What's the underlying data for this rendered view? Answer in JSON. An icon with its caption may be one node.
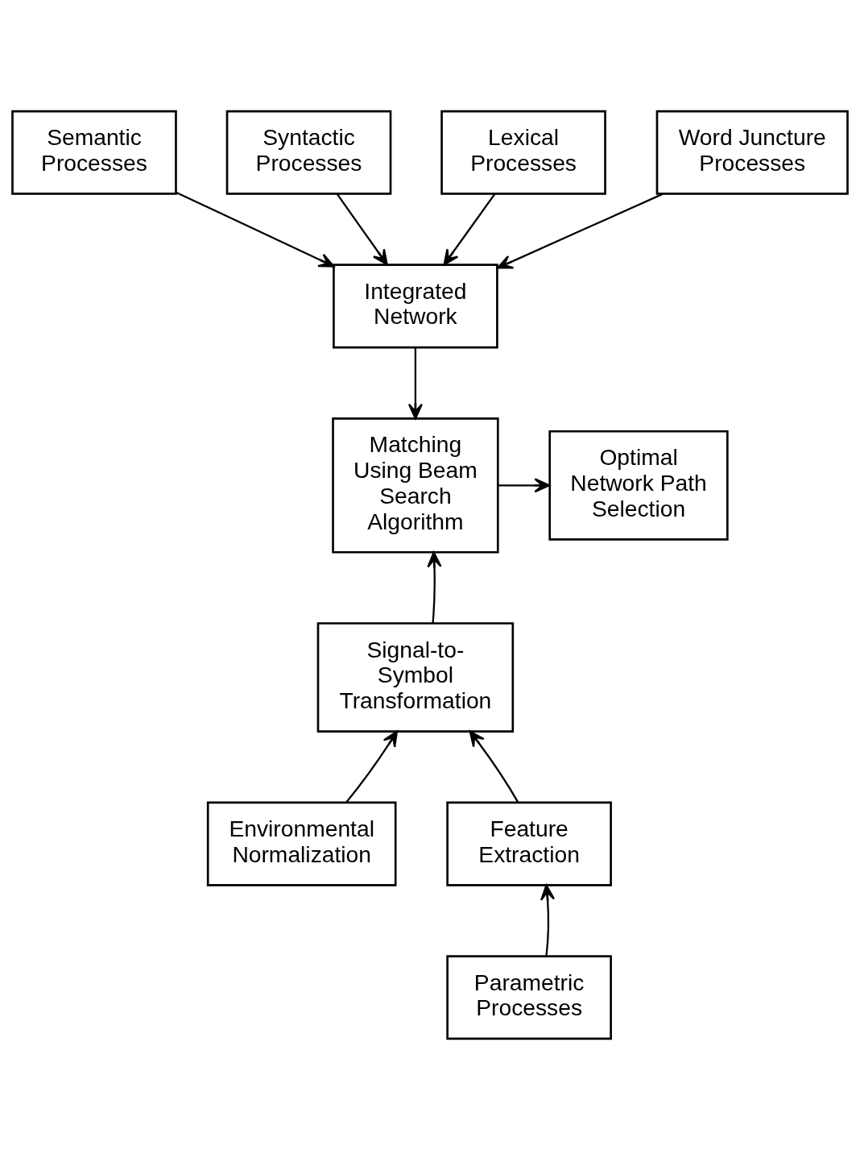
{
  "diagram": {
    "nodes": [
      {
        "text": [
          "Semantic Processes"
        ]
      },
      {
        "text": [
          "Syntactic Processes"
        ]
      },
      {
        "text": [
          "Lexical Processes"
        ]
      },
      {
        "text": [
          "Word Juncture Processes"
        ]
      },
      {
        "text": [
          "Integrated Network"
        ]
      },
      {
        "text": [
          "Matching Using Beam Search Algorithm"
        ]
      },
      {
        "text": [
          "Optimal Network Path Selection"
        ]
      },
      {
        "text": [
          "Signal-to- Symbol Transformation"
        ]
      },
      {
        "text": [
          "Environmental Normalization"
        ]
      },
      {
        "text": [
          "Feature Extraction"
        ]
      },
      {
        "text": [
          "Parametric Processes"
        ]
      }
    ],
    "edges": [
      {
        "from": 0,
        "to": 4,
        "arrow": "to"
      },
      {
        "from": 1,
        "to": 4,
        "arrow": "to"
      },
      {
        "from": 2,
        "to": 4,
        "arrow": "to"
      },
      {
        "from": 3,
        "to": 4,
        "arrow": "to"
      },
      {
        "from": 4,
        "to": 5,
        "arrow": "to"
      },
      {
        "from": 5,
        "to": 6,
        "arrow": "to"
      },
      {
        "from": 7,
        "to": 5,
        "arrow": "to"
      },
      {
        "from": 8,
        "to": 7,
        "arrow": "to"
      },
      {
        "from": 9,
        "to": 7,
        "arrow": "to"
      },
      {
        "from": 10,
        "to": 9,
        "arrow": "to"
      }
    ]
  }
}
